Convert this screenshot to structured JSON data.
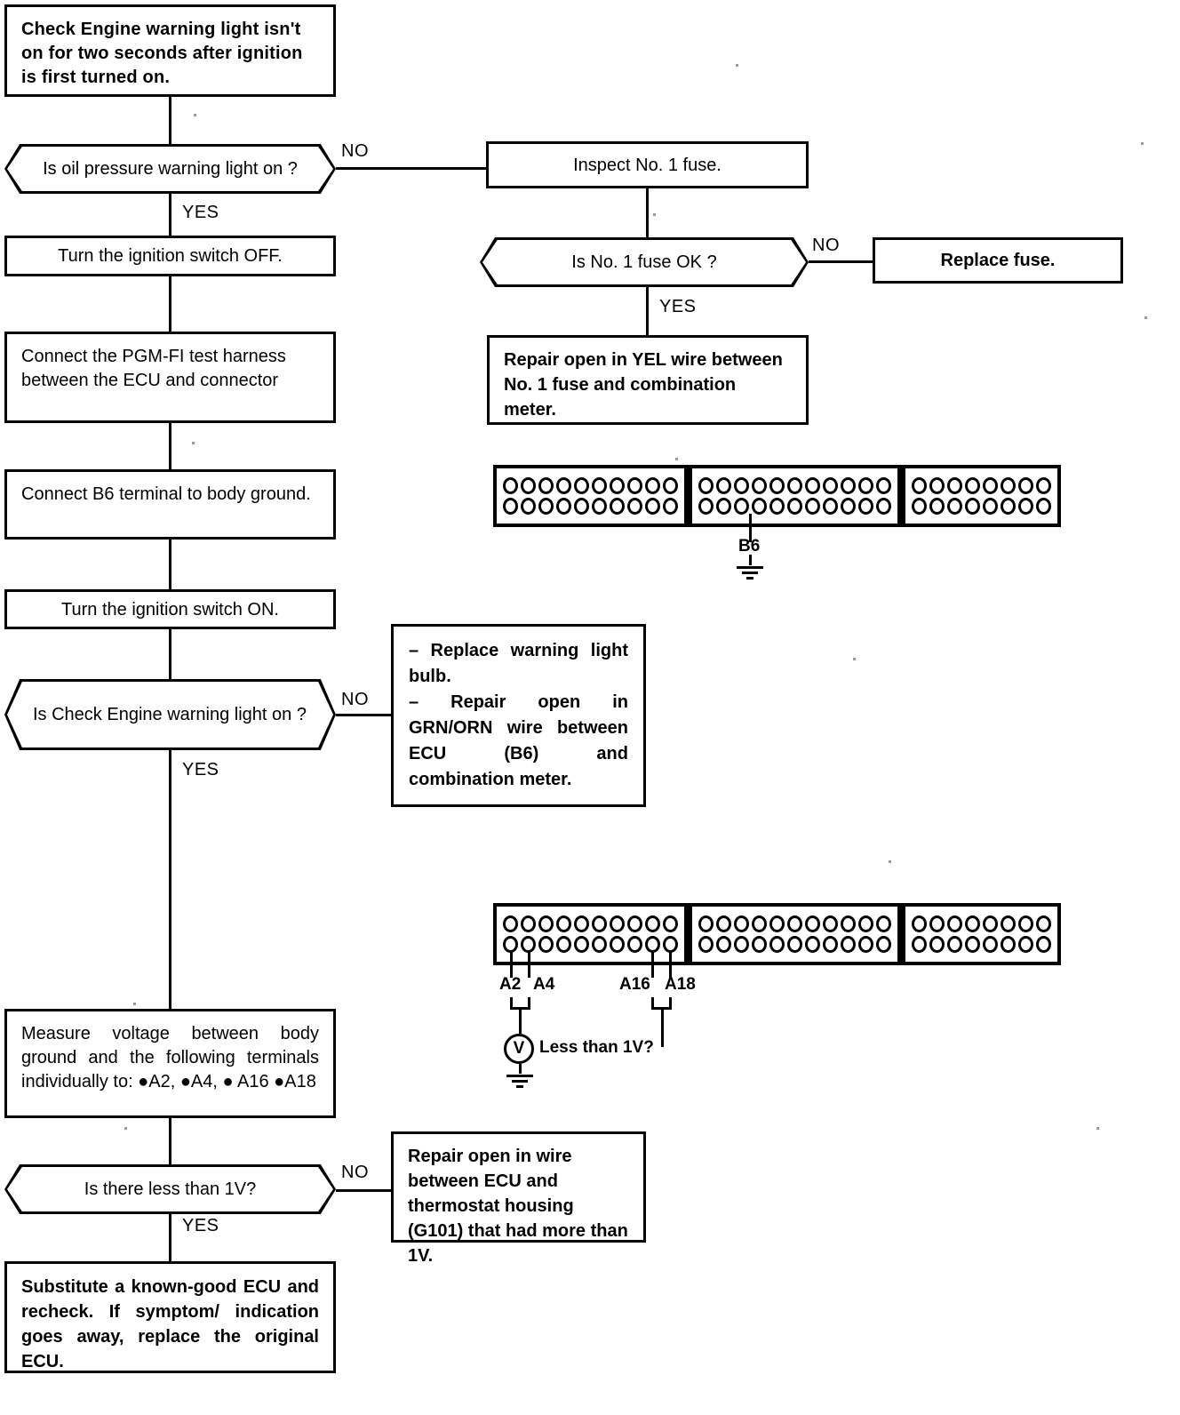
{
  "document": {
    "type": "troubleshooting-flowchart",
    "title": "Check Engine warning light isn't on for two seconds after ignition is first turned on."
  },
  "nodes": {
    "start": {
      "kind": "process",
      "text": "Check Engine warning light isn't on for two seconds after ignition is first turned on."
    },
    "q_oil_pressure": {
      "kind": "decision",
      "text": "Is oil pressure warning light on ?",
      "yes": "YES",
      "no": "NO"
    },
    "ignition_off": {
      "kind": "process",
      "text": "Turn the ignition switch OFF."
    },
    "connect_harness": {
      "kind": "process",
      "text": "Connect the PGM-FI test harness between the ECU and connector"
    },
    "connect_b6": {
      "kind": "process",
      "text": "Connect B6 terminal to body ground."
    },
    "ignition_on": {
      "kind": "process",
      "text": "Turn the ignition switch ON."
    },
    "q_check_engine": {
      "kind": "decision",
      "text": "Is Check Engine warning light on ?",
      "yes": "YES",
      "no": "NO"
    },
    "measure_voltage": {
      "kind": "process",
      "text": "Measure voltage between body ground and the following terminals individually to:  ●A2,  ●A4,  ● A16  ●A18"
    },
    "q_less_than_1v": {
      "kind": "decision",
      "text": "Is there less than 1V?",
      "yes": "YES",
      "no": "NO"
    },
    "substitute_ecu": {
      "kind": "process",
      "text": "Substitute a known-good ECU and recheck. If symptom/ indication goes away, replace the original ECU."
    },
    "inspect_fuse": {
      "kind": "process",
      "text": "Inspect No. 1 fuse."
    },
    "q_fuse_ok": {
      "kind": "decision",
      "text": "Is No. 1 fuse OK ?",
      "yes": "YES",
      "no": "NO"
    },
    "replace_fuse": {
      "kind": "process",
      "text": "Replace fuse."
    },
    "repair_yel": {
      "kind": "process",
      "text": "Repair open in YEL wire between No. 1 fuse and combination meter."
    },
    "replace_bulb": {
      "kind": "process",
      "text": "– Replace warning light bulb.\n– Repair open in GRN/ORN wire between ECU (B6) and combination meter."
    },
    "repair_g101": {
      "kind": "process",
      "text": "Repair open in wire between ECU and thermostat housing (G101) that had more than 1V."
    }
  },
  "connector_top": {
    "label": "ECU connector – B6 to ground",
    "segments": [
      {
        "rows": [
          10,
          10
        ]
      },
      {
        "rows": [
          11,
          11
        ]
      },
      {
        "rows": [
          8,
          8
        ]
      }
    ],
    "callouts": [
      {
        "label": "B6",
        "segment": 1,
        "row": 1,
        "pin": 3
      }
    ],
    "ground_symbol": true
  },
  "connector_bottom": {
    "label": "ECU connector – A2/A4/A16/A18 voltage check",
    "segments": [
      {
        "rows": [
          10,
          10
        ]
      },
      {
        "rows": [
          11,
          11
        ]
      },
      {
        "rows": [
          8,
          8
        ]
      }
    ],
    "callouts": [
      {
        "label": "A2",
        "segment": 0,
        "row": 1,
        "pin": 1
      },
      {
        "label": "A4",
        "segment": 0,
        "row": 1,
        "pin": 2
      },
      {
        "label": "A16",
        "segment": 0,
        "row": 1,
        "pin": 9
      },
      {
        "label": "A18",
        "segment": 0,
        "row": 1,
        "pin": 10
      }
    ],
    "meter": {
      "symbol": "V",
      "note": "Less than 1V?"
    },
    "ground_symbol": true
  }
}
